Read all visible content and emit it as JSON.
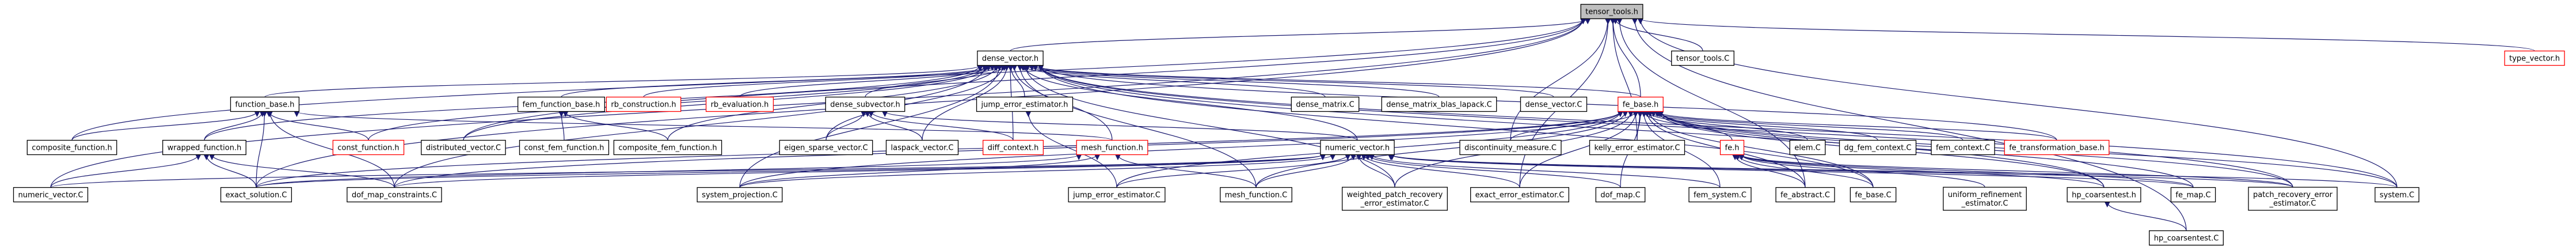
{
  "graph": {
    "type": "include-dependency-graph",
    "edge_color": "#191970",
    "root_fill": "#bfbfbf",
    "warning_border": "#ff0000",
    "nodes": [
      {
        "id": "tensor_tools_h",
        "label": "tensor_tools.h",
        "root": true
      },
      {
        "id": "dense_vector_h",
        "label": "dense_vector.h"
      },
      {
        "id": "tensor_tools_C",
        "label": "tensor_tools.C"
      },
      {
        "id": "type_vector_h",
        "label": "type_vector.h",
        "red": true
      },
      {
        "id": "function_base_h",
        "label": "function_base.h"
      },
      {
        "id": "fem_function_base_h",
        "label": "fem_function_base.h"
      },
      {
        "id": "rb_construction_h",
        "label": "rb_construction.h",
        "red": true
      },
      {
        "id": "rb_evaluation_h",
        "label": "rb_evaluation.h",
        "red": true
      },
      {
        "id": "dense_subvector_h",
        "label": "dense_subvector.h"
      },
      {
        "id": "jump_error_estimator_h",
        "label": "jump_error_estimator.h"
      },
      {
        "id": "dense_matrix_C",
        "label": "dense_matrix.C"
      },
      {
        "id": "dense_matrix_blas_lapack_C",
        "label": "dense_matrix_blas_lapack.C"
      },
      {
        "id": "dense_vector_C",
        "label": "dense_vector.C"
      },
      {
        "id": "fe_base_h",
        "label": "fe_base.h",
        "red": true
      },
      {
        "id": "composite_function_h",
        "label": "composite_function.h"
      },
      {
        "id": "wrapped_function_h",
        "label": "wrapped_function.h"
      },
      {
        "id": "const_function_h",
        "label": "const_function.h",
        "red": true
      },
      {
        "id": "distributed_vector_C",
        "label": "distributed_vector.C"
      },
      {
        "id": "const_fem_function_h",
        "label": "const_fem_function.h"
      },
      {
        "id": "composite_fem_function_h",
        "label": "composite_fem_function.h"
      },
      {
        "id": "eigen_sparse_vector_C",
        "label": "eigen_sparse_vector.C"
      },
      {
        "id": "laspack_vector_C",
        "label": "laspack_vector.C"
      },
      {
        "id": "diff_context_h",
        "label": "diff_context.h",
        "red": true
      },
      {
        "id": "mesh_function_h",
        "label": "mesh_function.h",
        "red": true
      },
      {
        "id": "numeric_vector_h",
        "label": "numeric_vector.h"
      },
      {
        "id": "discontinuity_measure_C",
        "label": "discontinuity_measure.C"
      },
      {
        "id": "kelly_error_estimator_C",
        "label": "kelly_error_estimator.C"
      },
      {
        "id": "fe_h",
        "label": "fe.h",
        "red": true
      },
      {
        "id": "elem_C",
        "label": "elem.C"
      },
      {
        "id": "dg_fem_context_C",
        "label": "dg_fem_context.C"
      },
      {
        "id": "fem_context_C",
        "label": "fem_context.C"
      },
      {
        "id": "fe_transformation_base_h",
        "label": "fe_transformation_base.h",
        "red": true
      },
      {
        "id": "numeric_vector_C",
        "label": "numeric_vector.C"
      },
      {
        "id": "exact_solution_C",
        "label": "exact_solution.C"
      },
      {
        "id": "dof_map_constraints_C",
        "label": "dof_map_constraints.C"
      },
      {
        "id": "system_projection_C",
        "label": "system_projection.C"
      },
      {
        "id": "jump_error_estimator_C",
        "label": "jump_error_estimator.C"
      },
      {
        "id": "mesh_function_C",
        "label": "mesh_function.C"
      },
      {
        "id": "weighted_patch_recovery_error_estimator_C",
        "label": "weighted_patch_recovery\n_error_estimator.C"
      },
      {
        "id": "exact_error_estimator_C",
        "label": "exact_error_estimator.C"
      },
      {
        "id": "dof_map_C",
        "label": "dof_map.C"
      },
      {
        "id": "fem_system_C",
        "label": "fem_system.C"
      },
      {
        "id": "fe_abstract_C",
        "label": "fe_abstract.C"
      },
      {
        "id": "fe_base_C",
        "label": "fe_base.C"
      },
      {
        "id": "uniform_refinement_estimator_C",
        "label": "uniform_refinement\n_estimator.C"
      },
      {
        "id": "hp_coarsentest_h",
        "label": "hp_coarsentest.h"
      },
      {
        "id": "fe_map_C",
        "label": "fe_map.C"
      },
      {
        "id": "patch_recovery_error_estimator_C",
        "label": "patch_recovery_error\n_estimator.C"
      },
      {
        "id": "system_C",
        "label": "system.C"
      },
      {
        "id": "hp_coarsentest_C",
        "label": "hp_coarsentest.C"
      }
    ],
    "edges": [
      [
        "tensor_tools_h",
        "dense_vector_h"
      ],
      [
        "tensor_tools_h",
        "tensor_tools_C"
      ],
      [
        "tensor_tools_h",
        "type_vector_h"
      ],
      [
        "tensor_tools_h",
        "fe_base_h"
      ],
      [
        "tensor_tools_h",
        "composite_function_h"
      ],
      [
        "tensor_tools_h",
        "distributed_vector_C"
      ],
      [
        "tensor_tools_h",
        "numeric_vector_C"
      ],
      [
        "tensor_tools_h",
        "kelly_error_estimator_C"
      ],
      [
        "tensor_tools_h",
        "discontinuity_measure_C"
      ],
      [
        "tensor_tools_h",
        "exact_error_estimator_C"
      ],
      [
        "tensor_tools_h",
        "fe_abstract_C"
      ],
      [
        "tensor_tools_h",
        "system_C"
      ],
      [
        "tensor_tools_h",
        "hp_coarsentest_C"
      ],
      [
        "tensor_tools_h",
        "exact_solution_C"
      ],
      [
        "dense_vector_h",
        "function_base_h"
      ],
      [
        "dense_vector_h",
        "fem_function_base_h"
      ],
      [
        "dense_vector_h",
        "rb_construction_h"
      ],
      [
        "dense_vector_h",
        "rb_evaluation_h"
      ],
      [
        "dense_vector_h",
        "dense_subvector_h"
      ],
      [
        "dense_vector_h",
        "jump_error_estimator_h"
      ],
      [
        "dense_vector_h",
        "dense_matrix_C"
      ],
      [
        "dense_vector_h",
        "dense_matrix_blas_lapack_C"
      ],
      [
        "dense_vector_h",
        "dense_vector_C"
      ],
      [
        "dense_vector_h",
        "fe_base_h"
      ],
      [
        "dense_vector_h",
        "const_function_h"
      ],
      [
        "dense_vector_h",
        "distributed_vector_C"
      ],
      [
        "dense_vector_h",
        "composite_fem_function_h"
      ],
      [
        "dense_vector_h",
        "eigen_sparse_vector_C"
      ],
      [
        "dense_vector_h",
        "laspack_vector_C"
      ],
      [
        "dense_vector_h",
        "diff_context_h"
      ],
      [
        "dense_vector_h",
        "mesh_function_h"
      ],
      [
        "dense_vector_h",
        "numeric_vector_h"
      ],
      [
        "dense_vector_h",
        "dof_map_constraints_C"
      ],
      [
        "dense_vector_h",
        "system_projection_C"
      ],
      [
        "dense_vector_h",
        "mesh_function_C"
      ],
      [
        "dense_vector_h",
        "weighted_patch_recovery_error_estimator_C"
      ],
      [
        "dense_vector_h",
        "fe_transformation_base_h"
      ],
      [
        "dense_vector_h",
        "fe_base_C"
      ],
      [
        "dense_vector_h",
        "patch_recovery_error_estimator_C"
      ],
      [
        "dense_vector_h",
        "hp_coarsentest_h"
      ],
      [
        "dense_vector_h",
        "system_C"
      ],
      [
        "dense_vector_h",
        "wrapped_function_h"
      ],
      [
        "function_base_h",
        "composite_function_h"
      ],
      [
        "function_base_h",
        "wrapped_function_h"
      ],
      [
        "function_base_h",
        "const_function_h"
      ],
      [
        "function_base_h",
        "mesh_function_h"
      ],
      [
        "function_base_h",
        "exact_solution_C"
      ],
      [
        "function_base_h",
        "dof_map_constraints_C"
      ],
      [
        "fem_function_base_h",
        "const_fem_function_h"
      ],
      [
        "fem_function_base_h",
        "composite_fem_function_h"
      ],
      [
        "dense_subvector_h",
        "eigen_sparse_vector_C"
      ],
      [
        "dense_subvector_h",
        "laspack_vector_C"
      ],
      [
        "dense_subvector_h",
        "diff_context_h"
      ],
      [
        "dense_subvector_h",
        "numeric_vector_h"
      ],
      [
        "jump_error_estimator_h",
        "jump_error_estimator_C"
      ],
      [
        "fe_base_h",
        "discontinuity_measure_C"
      ],
      [
        "fe_base_h",
        "kelly_error_estimator_C"
      ],
      [
        "fe_base_h",
        "fe_h"
      ],
      [
        "fe_base_h",
        "elem_C"
      ],
      [
        "fe_base_h",
        "dg_fem_context_C"
      ],
      [
        "fe_base_h",
        "fem_context_C"
      ],
      [
        "fe_base_h",
        "fe_transformation_base_h"
      ],
      [
        "fe_base_h",
        "exact_solution_C"
      ],
      [
        "fe_base_h",
        "dof_map_constraints_C"
      ],
      [
        "fe_base_h",
        "system_projection_C"
      ],
      [
        "fe_base_h",
        "jump_error_estimator_C"
      ],
      [
        "fe_base_h",
        "mesh_function_C"
      ],
      [
        "fe_base_h",
        "weighted_patch_recovery_error_estimator_C"
      ],
      [
        "fe_base_h",
        "exact_error_estimator_C"
      ],
      [
        "fe_base_h",
        "dof_map_C"
      ],
      [
        "fe_base_h",
        "fem_system_C"
      ],
      [
        "fe_base_h",
        "fe_abstract_C"
      ],
      [
        "fe_base_h",
        "fe_base_C"
      ],
      [
        "fe_base_h",
        "fe_map_C"
      ],
      [
        "fe_base_h",
        "patch_recovery_error_estimator_C"
      ],
      [
        "fe_base_h",
        "system_C"
      ],
      [
        "fe_base_h",
        "hp_coarsentest_h"
      ],
      [
        "wrapped_function_h",
        "exact_solution_C"
      ],
      [
        "wrapped_function_h",
        "dof_map_constraints_C"
      ],
      [
        "wrapped_function_h",
        "numeric_vector_C"
      ],
      [
        "mesh_function_h",
        "exact_solution_C"
      ],
      [
        "mesh_function_h",
        "mesh_function_C"
      ],
      [
        "mesh_function_h",
        "system_projection_C"
      ],
      [
        "numeric_vector_h",
        "numeric_vector_C"
      ],
      [
        "numeric_vector_h",
        "exact_solution_C"
      ],
      [
        "numeric_vector_h",
        "dof_map_constraints_C"
      ],
      [
        "numeric_vector_h",
        "system_projection_C"
      ],
      [
        "numeric_vector_h",
        "jump_error_estimator_C"
      ],
      [
        "numeric_vector_h",
        "mesh_function_C"
      ],
      [
        "numeric_vector_h",
        "weighted_patch_recovery_error_estimator_C"
      ],
      [
        "numeric_vector_h",
        "exact_error_estimator_C"
      ],
      [
        "numeric_vector_h",
        "dof_map_C"
      ],
      [
        "numeric_vector_h",
        "fem_system_C"
      ],
      [
        "numeric_vector_h",
        "patch_recovery_error_estimator_C"
      ],
      [
        "numeric_vector_h",
        "system_C"
      ],
      [
        "numeric_vector_h",
        "fe_map_C"
      ],
      [
        "fe_h",
        "fe_abstract_C"
      ],
      [
        "fe_h",
        "fe_base_C"
      ],
      [
        "fe_h",
        "uniform_refinement_estimator_C"
      ],
      [
        "fe_h",
        "hp_coarsentest_h"
      ],
      [
        "fe_h",
        "fe_map_C"
      ],
      [
        "fe_h",
        "patch_recovery_error_estimator_C"
      ],
      [
        "hp_coarsentest_h",
        "hp_coarsentest_C"
      ]
    ]
  }
}
